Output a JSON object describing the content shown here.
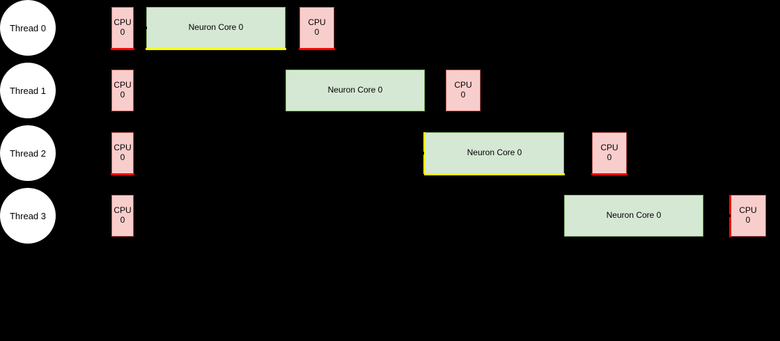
{
  "diagram": {
    "description": "Thread execution timeline: four threads each run on CPU 0, then Neuron Core 0, then CPU 0 again, staggered in time",
    "colors": {
      "background": "#000000",
      "thread_circle_fill": "#ffffff",
      "cpu_fill": "#f8cecc",
      "cpu_border": "#b85450",
      "neuron_fill": "#d5e8d4",
      "neuron_border": "#82b366",
      "cpu_active_line": "#ff0000",
      "neuron_active_line": "#ffff00",
      "text": "#000000"
    },
    "rows": [
      {
        "thread_label": "Thread 0",
        "cpu_first": {
          "line1": "CPU",
          "line2": "0"
        },
        "neuron": {
          "label": "Neuron Core 0"
        },
        "cpu_second": {
          "line1": "CPU",
          "line2": "0"
        }
      },
      {
        "thread_label": "Thread 1",
        "cpu_first": {
          "line1": "CPU",
          "line2": "0"
        },
        "neuron": {
          "label": "Neuron Core 0"
        },
        "cpu_second": {
          "line1": "CPU",
          "line2": "0"
        }
      },
      {
        "thread_label": "Thread 2",
        "cpu_first": {
          "line1": "CPU",
          "line2": "0"
        },
        "neuron": {
          "label": "Neuron Core 0"
        },
        "cpu_second": {
          "line1": "CPU",
          "line2": "0"
        }
      },
      {
        "thread_label": "Thread 3",
        "cpu_first": {
          "line1": "CPU",
          "line2": "0"
        },
        "neuron": {
          "label": "Neuron Core 0"
        },
        "cpu_second": {
          "line1": "CPU",
          "line2": "0"
        }
      }
    ]
  }
}
